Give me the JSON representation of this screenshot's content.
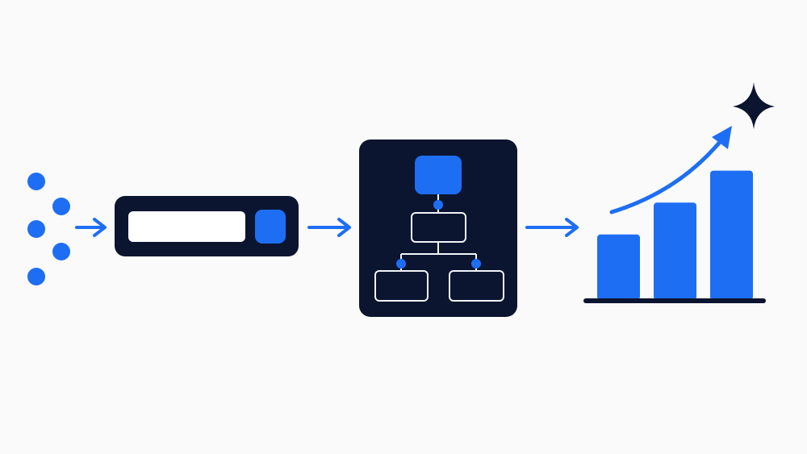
{
  "colors": {
    "background": "#fafafa",
    "accent": "#1e6ef4",
    "dark": "#0b1530",
    "outline": "#f2f4f8"
  },
  "steps": [
    {
      "icon": "scattered-dots-icon"
    },
    {
      "icon": "search-bar-icon"
    },
    {
      "icon": "hierarchy-panel-icon"
    },
    {
      "icon": "growth-chart-icon"
    }
  ],
  "chart_data": {
    "type": "bar",
    "categories": [
      "",
      "",
      ""
    ],
    "values": [
      2,
      3,
      4
    ],
    "ylim": [
      0,
      5
    ],
    "trend": "rising",
    "title": "",
    "xlabel": "",
    "ylabel": ""
  }
}
